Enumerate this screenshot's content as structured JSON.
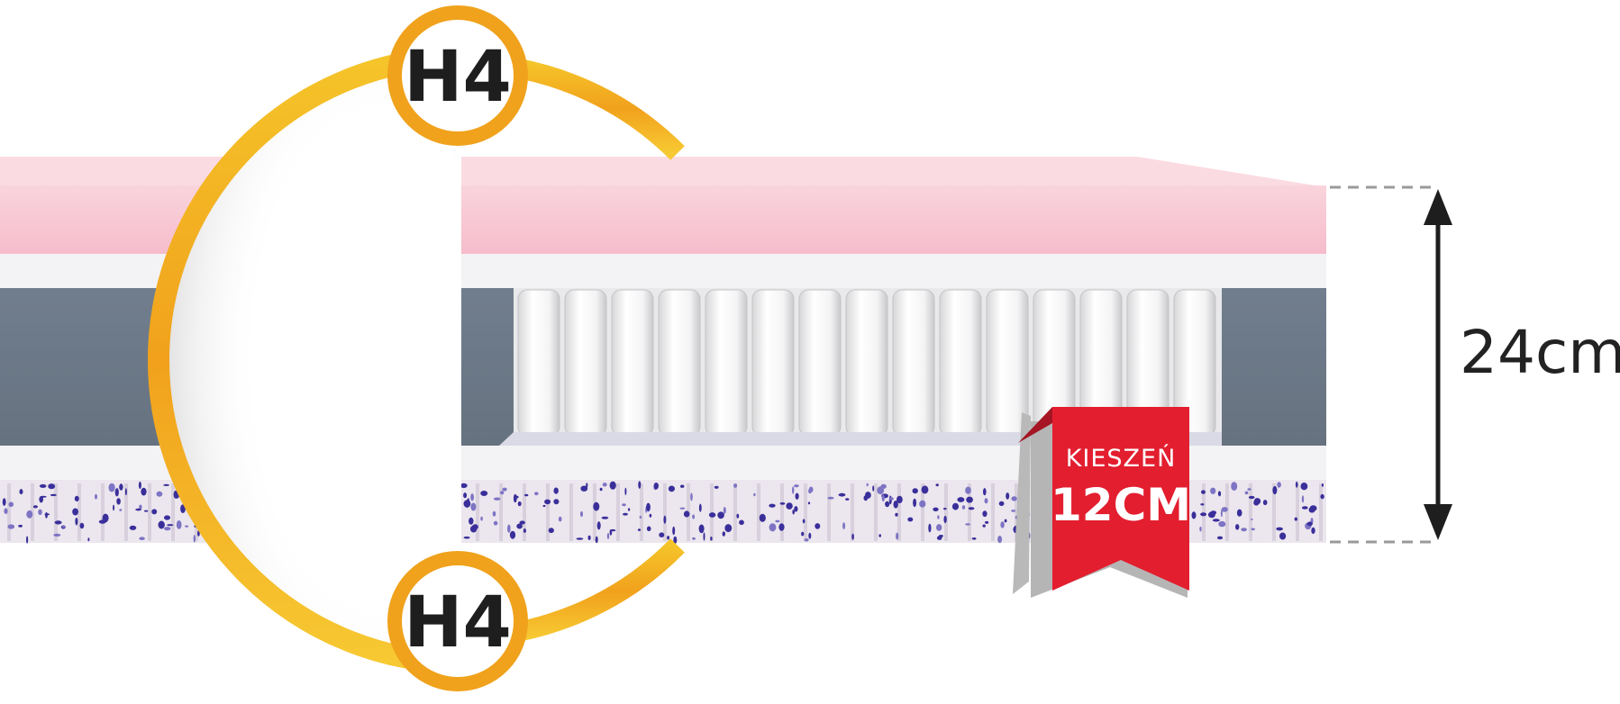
{
  "firmness": {
    "top_badge": "H4",
    "bottom_badge": "H4",
    "ring_color": "#f2a81d"
  },
  "height": {
    "label": "24cm"
  },
  "pocket_ribbon": {
    "line1": "KIESZEŃ",
    "line2": "12CM",
    "color": "#e31e2f"
  },
  "layers": {
    "top_foam_color": "#f7c3cf",
    "cover_color": "#f2f2f4",
    "side_foam_color": "#6e7b8c",
    "springs_color": "#ffffff",
    "bottom_foam_color": "#ece6ee",
    "speckle_color": "#3a2f9a"
  },
  "icons": {
    "height_arrow": "double-arrow-vertical-icon"
  }
}
